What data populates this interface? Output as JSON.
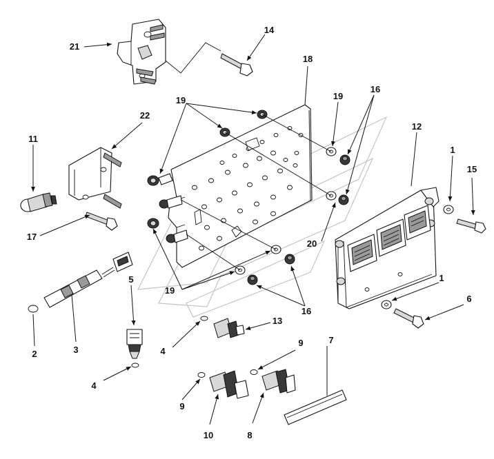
{
  "diagram": {
    "callouts": [
      {
        "id": "c21",
        "label": "21"
      },
      {
        "id": "c14",
        "label": "14"
      },
      {
        "id": "c18",
        "label": "18"
      },
      {
        "id": "c19a",
        "label": "19"
      },
      {
        "id": "c19b",
        "label": "19"
      },
      {
        "id": "c19c",
        "label": "19"
      },
      {
        "id": "c16a",
        "label": "16"
      },
      {
        "id": "c16b",
        "label": "16"
      },
      {
        "id": "c22",
        "label": "22"
      },
      {
        "id": "c11",
        "label": "11"
      },
      {
        "id": "c12",
        "label": "12"
      },
      {
        "id": "c1a",
        "label": "1"
      },
      {
        "id": "c15",
        "label": "15"
      },
      {
        "id": "c17",
        "label": "17"
      },
      {
        "id": "c20",
        "label": "20"
      },
      {
        "id": "c1b",
        "label": "1"
      },
      {
        "id": "c6",
        "label": "6"
      },
      {
        "id": "c5",
        "label": "5"
      },
      {
        "id": "c13",
        "label": "13"
      },
      {
        "id": "c2",
        "label": "2"
      },
      {
        "id": "c3",
        "label": "3"
      },
      {
        "id": "c4a",
        "label": "4"
      },
      {
        "id": "c4b",
        "label": "4"
      },
      {
        "id": "c9a",
        "label": "9"
      },
      {
        "id": "c9b",
        "label": "9"
      },
      {
        "id": "c7",
        "label": "7"
      },
      {
        "id": "c10",
        "label": "10"
      },
      {
        "id": "c8",
        "label": "8"
      }
    ]
  }
}
